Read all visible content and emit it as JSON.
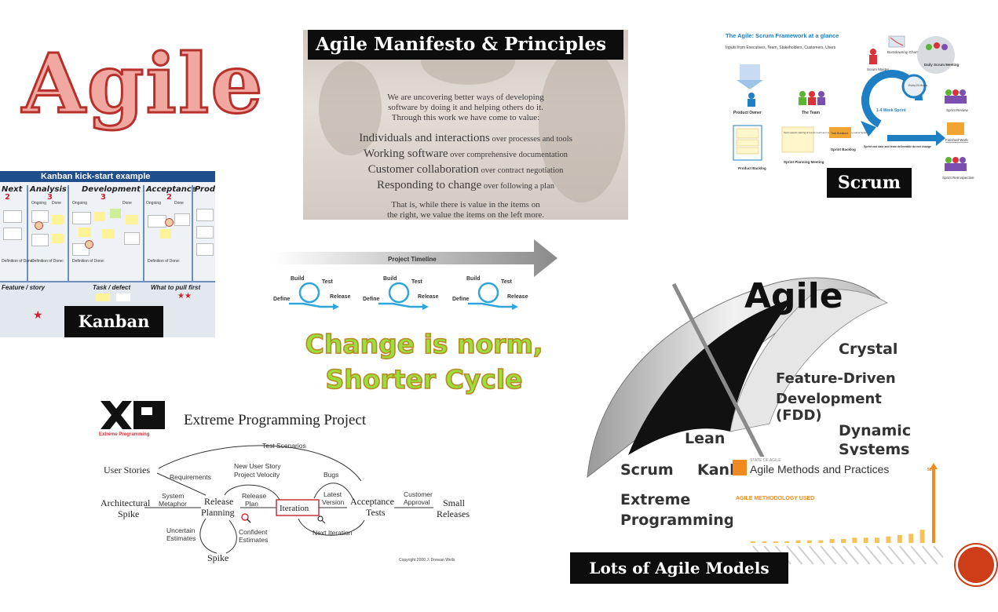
{
  "title": "Agile",
  "manifesto": {
    "title": "Agile Manifesto & Principles",
    "intro": [
      "We are uncovering better ways of developing",
      "software by doing it and helping others do it.",
      "Through this work we have come to value:"
    ],
    "values": [
      {
        "main": "Individuals and interactions",
        "rest": " over processes and tools"
      },
      {
        "main": "Working software",
        "rest": " over comprehensive documentation"
      },
      {
        "main": "Customer collaboration",
        "rest": " over contract negotiation"
      },
      {
        "main": "Responding to change",
        "rest": " over following a plan"
      }
    ],
    "outro": [
      "That is, while there is value in the items on",
      "the right, we value the items on the left more."
    ]
  },
  "scrum": {
    "title": "The Agile: Scrum Framework at a glance",
    "inputs": "Inputs from Executives, Team, Stakeholders, Customers, Users",
    "product_owner": "Product Owner",
    "the_team": "The Team",
    "scrum_master": "Scrum Master",
    "burndown": "Burndown/up Charts",
    "daily": "Daily Scrum Meeting",
    "every24": "Every 24 Hours",
    "sprint": "1-4 Week Sprint",
    "sprint_review": "Sprint Review",
    "finished": "Finished Work",
    "retro": "Sprint Retrospective",
    "product_backlog": "Product Backlog",
    "planning": "Sprint Planning Meeting",
    "sprint_backlog": "Sprint Backlog",
    "team_selects": "Team selects starting at top as much as it can commit to deliver by end of Sprint",
    "task_breakout": "Task Breakout",
    "no_change": "Sprint end date and team deliverable do not change",
    "label": "Scrum"
  },
  "kanban": {
    "title": "Kanban kick-start example",
    "columns": [
      {
        "name": "Next",
        "limit": "2"
      },
      {
        "name": "Analysis",
        "limit": "3"
      },
      {
        "name": "Development",
        "limit": "3"
      },
      {
        "name": "Acceptance",
        "limit": "2"
      },
      {
        "name": "Prod",
        "limit": ""
      }
    ],
    "sub": [
      "Ongoing",
      "Done",
      "Ongoing",
      "Done",
      "Ongoing",
      "Done"
    ],
    "dod": "Definition of Done:",
    "bottom": [
      "Feature / story",
      "Task / defect",
      "What to pull first"
    ],
    "label": "Kanban"
  },
  "timeline": {
    "header": "Project Timeline",
    "cycle": {
      "build": "Build",
      "test": "Test",
      "define": "Define",
      "release": "Release"
    },
    "tagline": [
      "Change is norm,",
      "Shorter Cycle"
    ]
  },
  "xp": {
    "logo_sub": "Extreme Programming",
    "title": "Extreme Programming Project",
    "nodes": {
      "user_stories": "User Stories",
      "arch_spike": [
        "Architectural",
        "Spike"
      ],
      "release_planning": [
        "Release",
        "Planning"
      ],
      "iteration": "Iteration",
      "acceptance": [
        "Acceptance",
        "Tests"
      ],
      "small": [
        "Small",
        "Releases"
      ],
      "spike": "Spike"
    },
    "edges": {
      "test_scenarios": "Test Scenarios",
      "requirements": "Requirements",
      "velocity": [
        "New User Story",
        "Project Velocity"
      ],
      "bugs": "Bugs",
      "metaphor": [
        "System",
        "Metaphor"
      ],
      "release_plan": [
        "Release",
        "Plan"
      ],
      "latest": [
        "Latest",
        "Version"
      ],
      "approval": [
        "Customer",
        "Approval"
      ],
      "uncertain": [
        "Uncertain",
        "Estimates"
      ],
      "confident": [
        "Confident",
        "Estimates"
      ],
      "next_iteration": "Next Iteration"
    },
    "copyright": "Copyright 2000 J. Donvan Wells"
  },
  "umbrella": {
    "agile": "Agile",
    "crystal": "Crystal",
    "fdd": [
      "Feature-Driven",
      "Development (FDD)"
    ],
    "dynamic": [
      "Dynamic",
      "Systems"
    ],
    "lean": "Lean",
    "scrum": "Scrum",
    "kanban": "Kanb",
    "xp": [
      "Extreme",
      "Programming ("
    ]
  },
  "methods": {
    "brand": "STATE OF AGILE",
    "title": "Agile Methods and Practices",
    "subtitle": "AGILE METHODOLOGY USED",
    "top_label": "56%"
  },
  "chart_data": {
    "type": "bar",
    "title": "AGILE METHODOLOGY USED",
    "categories": [],
    "values": [
      1,
      1,
      1,
      1,
      2,
      2,
      2,
      3,
      3,
      4,
      4,
      4,
      5,
      6,
      7,
      10,
      56
    ],
    "ylim": [
      0,
      56
    ]
  },
  "lots_label": "Lots of Agile Models",
  "colors": {
    "title_fill": "#f0a8a0",
    "title_stroke": "#b6302c",
    "tagline_fill": "#9adf3c",
    "tagline_stroke": "#b88a24",
    "scrum_blue": "#1e7fc4",
    "accent_red": "#cc3d18"
  }
}
